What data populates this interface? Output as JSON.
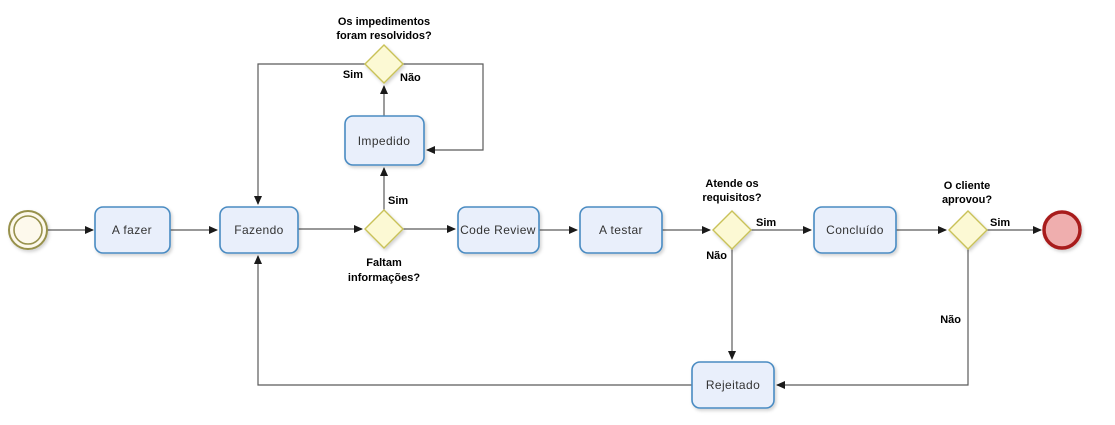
{
  "diagram": {
    "type": "flowchart",
    "language": "pt-BR",
    "background": "#ffffff",
    "nodes": {
      "start_event": {
        "shape": "start-event-double-circle",
        "label": ""
      },
      "a_fazer": {
        "shape": "task",
        "label": "A fazer"
      },
      "fazendo": {
        "shape": "task",
        "label": "Fazendo"
      },
      "impedido": {
        "shape": "task",
        "label": "Impedido"
      },
      "code_review": {
        "shape": "task",
        "label": "Code Review"
      },
      "a_testar": {
        "shape": "task",
        "label": "A testar"
      },
      "concluido": {
        "shape": "task",
        "label": "Concluído"
      },
      "rejeitado": {
        "shape": "task",
        "label": "Rejeitado"
      },
      "end_event": {
        "shape": "end-event-circle",
        "label": ""
      }
    },
    "gateways": {
      "impedimentos": {
        "question": "Os impedimentos foram resolvidos?",
        "line1": "Os impedimentos",
        "line2": "foram resolvidos?"
      },
      "faltam": {
        "question": "Faltam informações?",
        "line1": "Faltam",
        "line2": "informações?"
      },
      "atende": {
        "question": "Atende os requisitos?",
        "line1": "Atende os",
        "line2": "requisitos?"
      },
      "cliente": {
        "question": "O cliente aprovou?",
        "line1": "O cliente",
        "line2": "aprovou?"
      }
    },
    "edge_labels": {
      "impedimentos_sim": "Sim",
      "impedimentos_nao": "Não",
      "faltam_sim": "Sim",
      "atende_sim": "Sim",
      "atende_nao": "Não",
      "cliente_sim": "Sim",
      "cliente_nao": "Não"
    },
    "flows": [
      {
        "from": "start_event",
        "to": "a_fazer",
        "label": ""
      },
      {
        "from": "a_fazer",
        "to": "fazendo",
        "label": ""
      },
      {
        "from": "fazendo",
        "to": "gateway_faltam",
        "label": ""
      },
      {
        "from": "gateway_faltam",
        "to": "impedido",
        "label": "Sim"
      },
      {
        "from": "gateway_faltam",
        "to": "code_review",
        "label": ""
      },
      {
        "from": "impedido",
        "to": "gateway_impedimentos",
        "label": ""
      },
      {
        "from": "gateway_impedimentos",
        "to": "fazendo",
        "label": "Sim"
      },
      {
        "from": "gateway_impedimentos",
        "to": "impedido",
        "label": "Não"
      },
      {
        "from": "code_review",
        "to": "a_testar",
        "label": ""
      },
      {
        "from": "a_testar",
        "to": "gateway_atende",
        "label": ""
      },
      {
        "from": "gateway_atende",
        "to": "concluido",
        "label": "Sim"
      },
      {
        "from": "gateway_atende",
        "to": "rejeitado",
        "label": "Não"
      },
      {
        "from": "concluido",
        "to": "gateway_cliente",
        "label": ""
      },
      {
        "from": "gateway_cliente",
        "to": "end_event",
        "label": "Sim"
      },
      {
        "from": "gateway_cliente",
        "to": "rejeitado",
        "label": "Não"
      },
      {
        "from": "rejeitado",
        "to": "fazendo",
        "label": ""
      }
    ],
    "colors": {
      "task_fill": "#e9effb",
      "task_border": "#4a8bc2",
      "gateway_fill": "#fcf9d4",
      "gateway_border": "#c9c258",
      "start_fill": "#fdf9ec",
      "start_border": "#97914c",
      "end_fill": "#efaeae",
      "end_border": "#a81d1d",
      "connector": "#5b5b5b",
      "label_text": "#000000",
      "node_text": "#333333"
    }
  }
}
